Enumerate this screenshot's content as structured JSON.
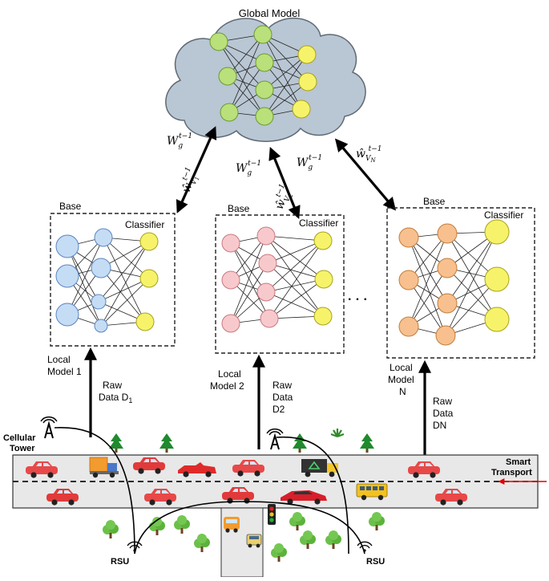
{
  "global_model": {
    "title": "Global Model"
  },
  "weights": {
    "w_left": "W",
    "w_left_sub": "g",
    "w_left_sup": "t−1",
    "w_mid": "W",
    "w_mid_sub": "g",
    "w_mid_sup": "t−1",
    "w_right": "W",
    "w_right_sub": "g",
    "w_right_sup": "t−1",
    "v1": "ŵ",
    "v1_sub": "V",
    "v1_sub2": "1",
    "v1_sup": "t−1",
    "v2": "ŵ",
    "v2_sub": "V",
    "v2_sub2": "2",
    "v2_sup": "t−1",
    "vn": "ŵ",
    "vn_sub": "V",
    "vn_sub2": "N",
    "vn_sup": "t−1"
  },
  "local_models": [
    {
      "base": "Base",
      "classifier": "Classifier",
      "label_line1": "Local",
      "label_line2": "Model 1",
      "data_line1": "Raw",
      "data_line2": "Data D",
      "data_sub": "1",
      "node_color": "#c5dcf5",
      "node_stroke": "#5a86c0"
    },
    {
      "base": "Base",
      "classifier": "Classifier",
      "label_line1": "Local",
      "label_line2": "Model 2",
      "data_line1": "Raw",
      "data_line2": "Data",
      "data_line3": "D2",
      "node_color": "#f8c9cc",
      "node_stroke": "#c77a80"
    },
    {
      "base": "Base",
      "classifier": "Classifier",
      "label_line1": "Local",
      "label_line2": "Model",
      "label_line3": "N",
      "data_line1": "Raw",
      "data_line2": "Data",
      "data_line3": "DN",
      "node_color": "#f7c08e",
      "node_stroke": "#c47d3c"
    }
  ],
  "ellipsis": "· · ·",
  "infrastructure": {
    "cellular_line1": "Cellular",
    "cellular_line2": "Tower",
    "rsu_left": "RSU",
    "rsu_right": "RSU",
    "smart_line1": "Smart",
    "smart_line2": "Transport"
  },
  "colors": {
    "cloud": "#b9c6d3",
    "global_nodes": "#b9e07a",
    "classifier_nodes": "#f6f36a",
    "road": "#e8e8e8",
    "arrow_red": "#e00000"
  }
}
